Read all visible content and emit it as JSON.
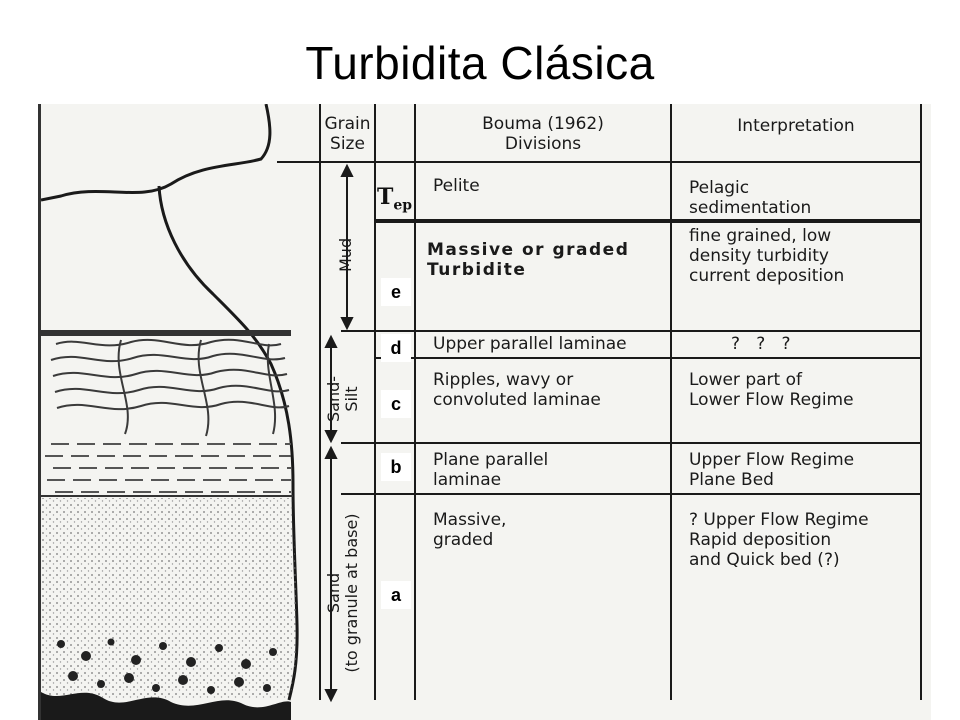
{
  "title": "Turbidita Clásica",
  "headers": {
    "grain_size": "Grain\nSize",
    "divisions": "Bouma (1962)\nDivisions",
    "interpretation": "Interpretation"
  },
  "grain_labels": {
    "mud": "Mud",
    "sand_silt": "Sand-\nSilt",
    "sand": "Sand\n(to granule at base)"
  },
  "tep": {
    "main": "T",
    "sub": "ep"
  },
  "rows": [
    {
      "division": "Pelite",
      "interpretation": "Pelagic\nsedimentation"
    },
    {
      "division": "Massive or graded\nTurbidite",
      "interpretation": "fine grained, low\ndensity turbidity\ncurrent deposition"
    },
    {
      "division": "Upper parallel laminae",
      "interpretation": "?   ?   ?"
    },
    {
      "division": "Ripples, wavy or\nconvoluted laminae",
      "interpretation": "Lower part of\nLower Flow Regime"
    },
    {
      "division": "Plane parallel\nlaminae",
      "interpretation": "Upper Flow Regime\nPlane Bed"
    },
    {
      "division": "Massive,\ngraded",
      "interpretation": "? Upper Flow Regime\nRapid deposition\nand Quick bed (?)"
    }
  ],
  "letters": {
    "e": "e",
    "d": "d",
    "c": "c",
    "b": "b",
    "a": "a"
  }
}
